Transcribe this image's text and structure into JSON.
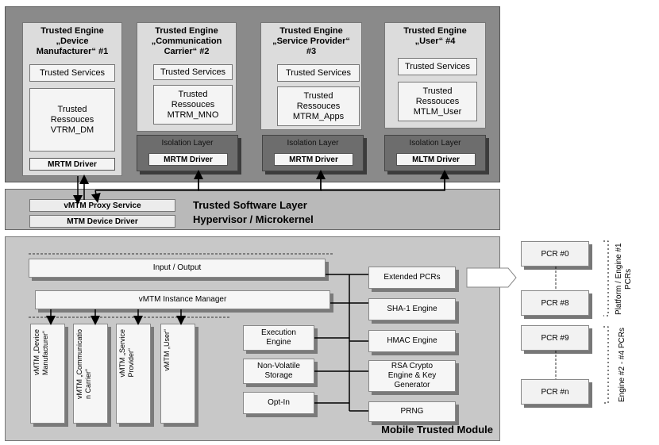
{
  "engines": [
    {
      "title": [
        "Trusted Engine",
        "„Device",
        "Manufacturer“ #1"
      ],
      "services": "Trusted Services",
      "resources": [
        "Trusted",
        "Ressouces",
        "VTRM_DM"
      ],
      "driver": "MRTM Driver",
      "isolation": ""
    },
    {
      "title": [
        "Trusted Engine",
        "„Communication",
        "Carrier“ #2"
      ],
      "services": "Trusted Services",
      "resources": [
        "Trusted",
        "Ressouces",
        "MTRM_MNO"
      ],
      "driver": "MRTM Driver",
      "isolation": "Isolation Layer"
    },
    {
      "title": [
        "Trusted Engine",
        "„Service Provider“",
        "#3"
      ],
      "services": "Trusted Services",
      "resources": [
        "Trusted",
        "Ressouces",
        "MTRM_Apps"
      ],
      "driver": "MRTM Driver",
      "isolation": "Isolation Layer"
    },
    {
      "title": [
        "Trusted Engine",
        "„User“ #4"
      ],
      "services": "Trusted Services",
      "resources": [
        "Trusted",
        "Ressouces",
        "MTLM_User"
      ],
      "driver": "MLTM Driver",
      "isolation": "Isolation Layer"
    }
  ],
  "software_layer": {
    "title": "Trusted Software Layer",
    "subtitle": "Hypervisor / Microkernel",
    "proxy": "vMTM Proxy Service",
    "device_driver": "MTM Device Driver"
  },
  "mtm": {
    "title": "Mobile Trusted Module",
    "io": "Input / Output",
    "instance_manager": "vMTM Instance Manager",
    "instances": [
      "vMTM „Device\nManufacturer“",
      "vMTM „Communicatio\nn Carrier“",
      "vMTM „Service\nProvider“",
      "vMTM „User“"
    ],
    "execution": [
      "Execution",
      "Engine"
    ],
    "storage": [
      "Non-Volatile",
      "Storage"
    ],
    "optin": "Opt-In",
    "extended_pcrs": "Extended PCRs",
    "sha1": "SHA-1 Engine",
    "hmac": "HMAC Engine",
    "rsa": [
      "RSA Crypto",
      "Engine & Key",
      "Generator"
    ],
    "prng": "PRNG"
  },
  "pcrs": {
    "items": [
      "PCR #0",
      "PCR #8",
      "PCR #9",
      "PCR #n"
    ],
    "group1": "Platform / Engine #1 PCRs",
    "group2": "Engine #2 - #4 PCRs"
  }
}
